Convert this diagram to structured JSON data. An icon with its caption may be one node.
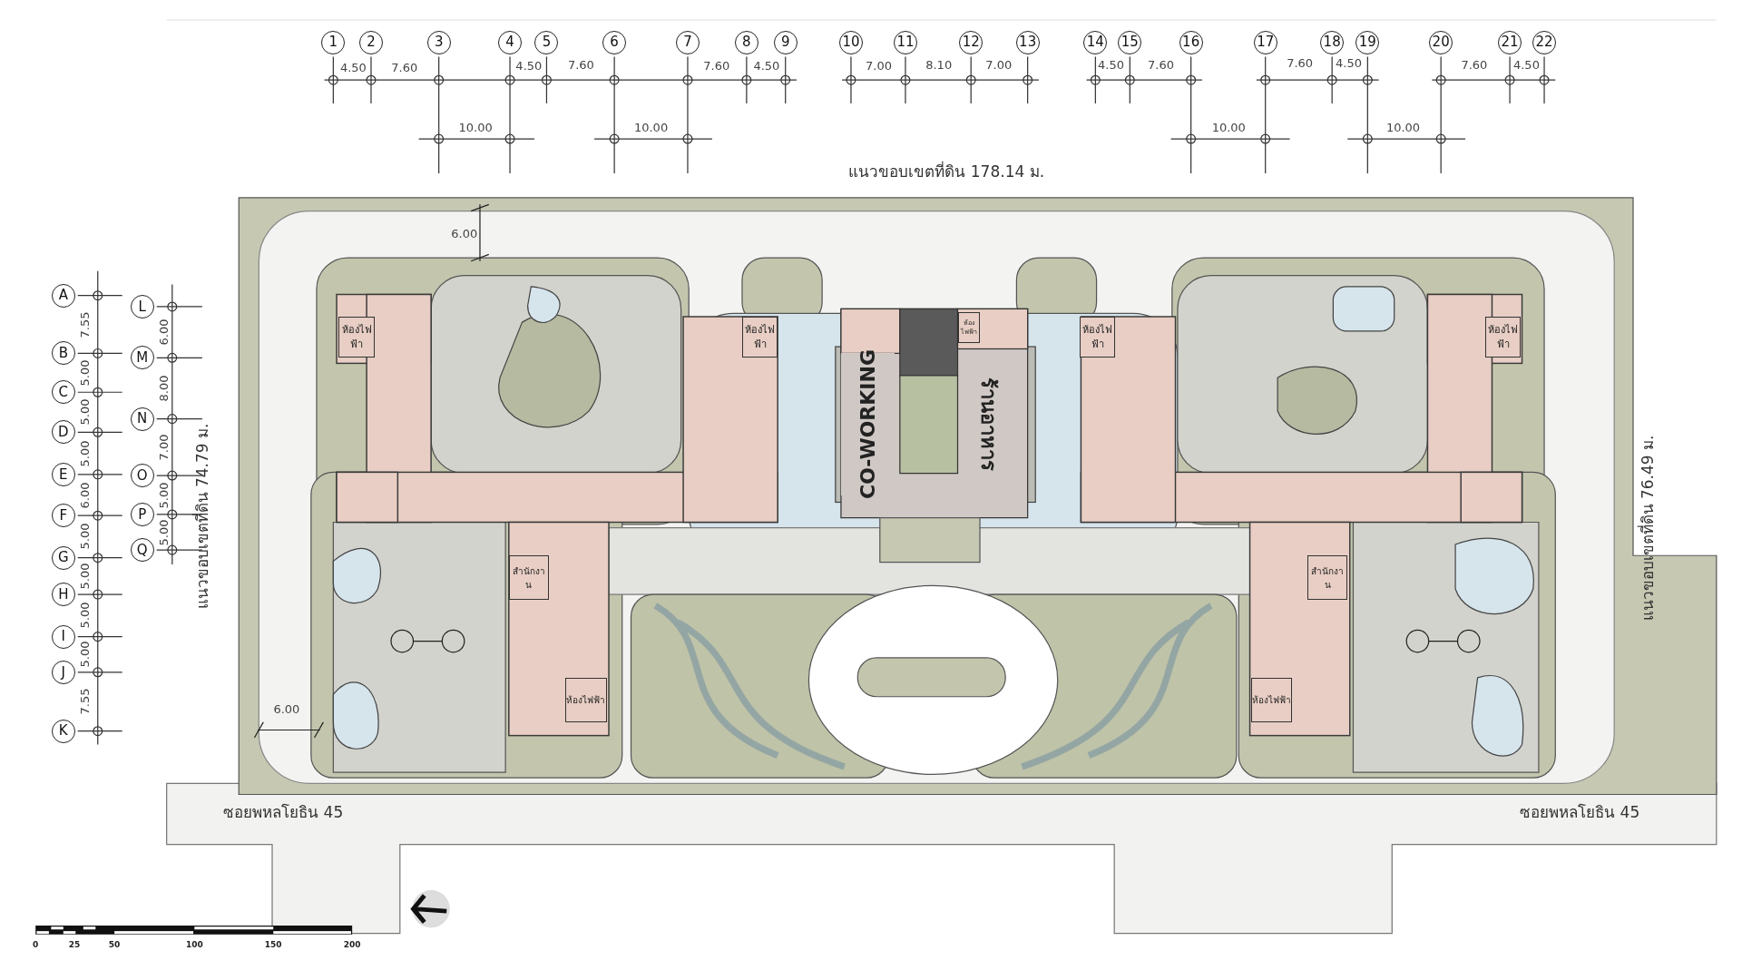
{
  "diagram": {
    "nodes": [
      {
        "text": [
          "ห้องไฟฟ้า"
        ]
      },
      {
        "text": [
          "ห้องไฟฟ้า"
        ]
      },
      {
        "text": [
          "สำนักงาน"
        ]
      },
      {
        "text": [
          "ห้องไฟฟ้า"
        ]
      },
      {
        "text": [
          "CO-WORKING"
        ]
      },
      {
        "text": [
          "ห้องไฟฟ้า"
        ]
      },
      {
        "text": [
          "ร้านอาหาร"
        ]
      },
      {
        "text": [
          "ห้องไฟฟ้า"
        ]
      },
      {
        "text": [
          "ห้องไฟฟ้า"
        ]
      },
      {
        "text": [
          "สำนักงาน"
        ]
      },
      {
        "text": [
          "ห้องไฟฟ้า"
        ]
      }
    ],
    "labels": [
      "1",
      "2",
      "3",
      "4",
      "5",
      "6",
      "7",
      "8",
      "9",
      "10",
      "11",
      "12",
      "13",
      "14",
      "15",
      "16",
      "17",
      "18",
      "19",
      "20",
      "21",
      "22",
      "4.50",
      "7.60",
      "4.50",
      "7.60",
      "7.60",
      "4.50",
      "7.00",
      "8.10",
      "7.00",
      "4.50",
      "7.60",
      "7.60",
      "4.50",
      "7.60",
      "4.50",
      "10.00",
      "10.00",
      "10.00",
      "10.00",
      "แนวขอบเขตที่ดิน 178.14 ม.",
      "6.00",
      "A",
      "B",
      "C",
      "D",
      "E",
      "F",
      "G",
      "H",
      "I",
      "J",
      "K",
      "7.55",
      "5.00",
      "5.00",
      "5.00",
      "6.00",
      "5.00",
      "5.00",
      "5.00",
      "5.00",
      "7.55",
      "L",
      "M",
      "N",
      "O",
      "P",
      "Q",
      "6.00",
      "8.00",
      "7.00",
      "5.00",
      "5.00",
      "แนวขอบเขตที่ดิน 74.79 ม.",
      "แนวขอบเขตที่ดิน 76.49 ม.",
      "6.00",
      "ซอยพหลโยธิน 45",
      "ซอยพหลโยธิน 45",
      "0",
      "25",
      "50",
      "100",
      "150",
      "200"
    ]
  }
}
